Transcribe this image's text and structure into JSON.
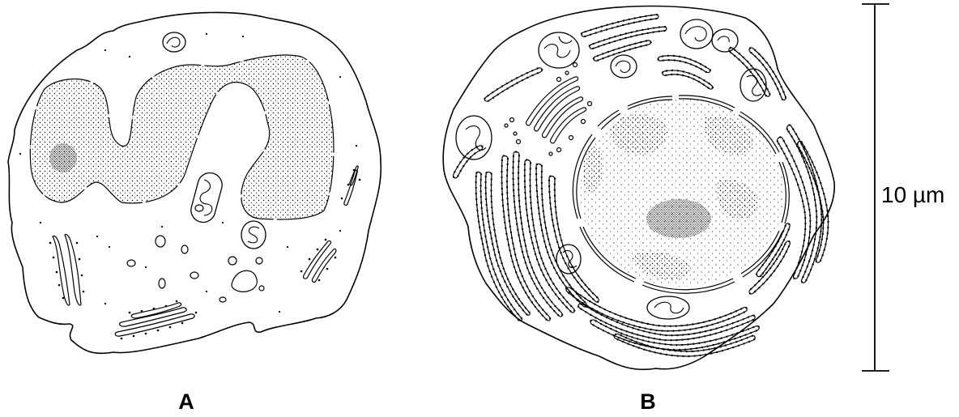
{
  "panels": [
    {
      "id": "A",
      "label": "A"
    },
    {
      "id": "B",
      "label": "B"
    }
  ],
  "scale_bar": {
    "label": "10 µm"
  }
}
